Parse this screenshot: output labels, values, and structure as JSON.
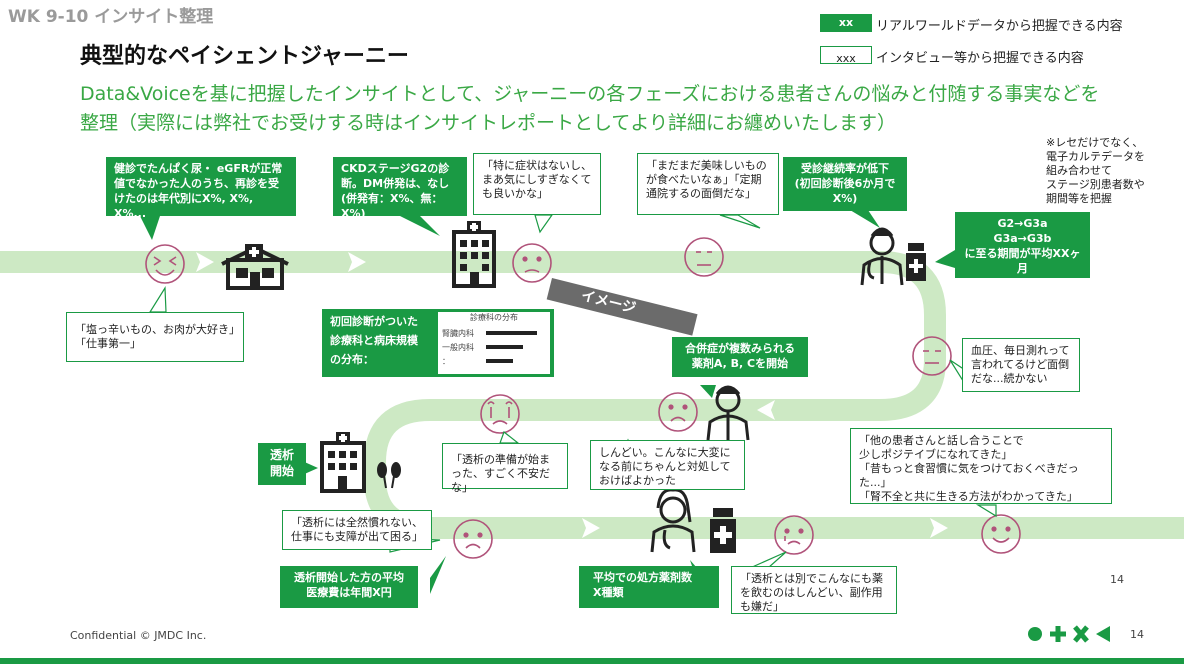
{
  "header": {
    "section": "WK 9-10 インサイト整理",
    "title": "典型的なペイシェントジャーニー",
    "subtitle": "Data&Voiceを基に把握したインサイトとして、ジャーニーの各フェーズにおける患者さんの悩みと付随する事実などを整理（実際には弊社でお受けする時はインサイトレポートとしてより詳細にお纏めいたします）"
  },
  "legend": {
    "green_box": "xx",
    "green_text": "リアルワールドデータから把握できる内容",
    "white_box": "xxx",
    "white_text": "インタビュー等から把握できる内容"
  },
  "note": "※レセだけでなく、電子カルテデータを組み合わせて\nステージ別患者数や期間等を把握",
  "image_label": "イメージ",
  "boxes": {
    "g1": "健診でたんぱく尿・ eGFRが正常値でなかった人のうち、再診を受けたのは年代別にX%, X%, X%...",
    "g2": "CKDステージG2の診断。DM併発は、なし(併発有：X%、無：X%)",
    "g3": "受診継続率が低下\n(初回診断後6か月でX%)",
    "g4": "G2→G3a\nG3a→G3b\nに至る期間が平均XXヶ月",
    "g5": "初回診断がついた診療科と病床規模の分布：",
    "g6": "合併症が複数みられる\n薬剤A, B, Cを開始",
    "g7": "透析\n開始",
    "g8": "透析開始した方の平均\n医療費は年間X円",
    "g9": "平均での処方薬剤数\nX種類",
    "w1": "「塩っ辛いもの、お肉が大好き」「仕事第一」",
    "w2": "「特に症状はないし、まあ気にしすぎなくても良いかな」",
    "w3": "「まだまだ美味しいものが食べたいなぁ」「定期通院するの面倒だな」",
    "w4": "血圧、毎日測れって言われてるけど面倒だな...続かない",
    "w5": "「透析の準備が始まった、すごく不安だな」",
    "w6": "しんどい。こんなに大変になる前にちゃんと対処しておけばよかった",
    "w7": "「他の患者さんと話し合うことで\n少しポジテイブになれてきた」\n「昔もっと食習慣に気をつけておくべきだった...」\n「腎不全と共に生きる方法がわかってきた」",
    "w8": "「透析には全然慣れない、\n仕事にも支障が出て困る」",
    "w9": "「透析とは別でこんなにも薬を飲むのはしんどい、副作用も嫌だ」"
  },
  "mini_chart": {
    "title": "診療科の分布",
    "labels": [
      "腎臓内科",
      "一般内科",
      "："
    ],
    "values": [
      0.85,
      0.62,
      0.45
    ]
  },
  "page_number_inner": "14",
  "footer": {
    "confidential": "Confidential © JMDC Inc.",
    "page": "14"
  },
  "colors": {
    "brand_green": "#1a9a44",
    "road_green": "#cde9c4",
    "face_pink": "#b0537a"
  }
}
